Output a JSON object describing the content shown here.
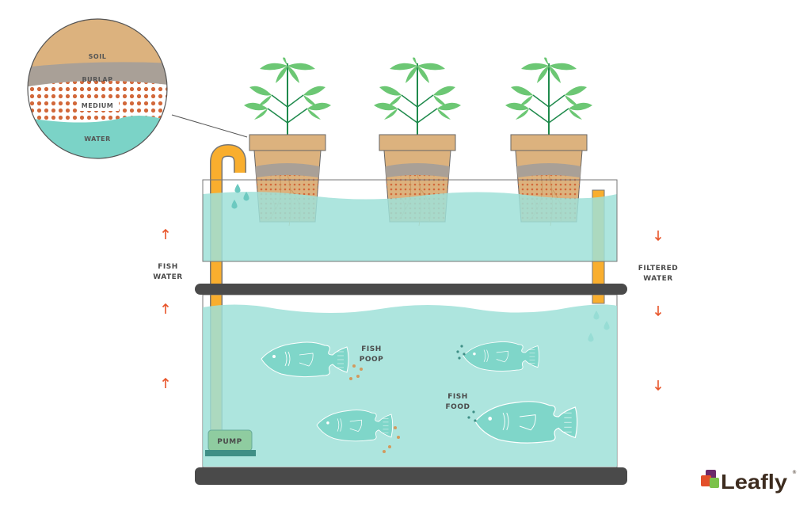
{
  "inset": {
    "layers": [
      "SOIL",
      "BURLAP",
      "MEDIUM",
      "WATER"
    ]
  },
  "labels": {
    "fish_water": [
      "FISH",
      "WATER"
    ],
    "filtered_water": [
      "FILTERED",
      "WATER"
    ],
    "fish_poop": [
      "FISH",
      "POOP"
    ],
    "fish_food": [
      "FISH",
      "FOOD"
    ],
    "pump": "PUMP"
  },
  "logo": {
    "text": "Leafly",
    "mark": "®"
  },
  "colors": {
    "water": "#9fe0d8",
    "pipe": "#f9ae2e",
    "arrow": "#e8552a",
    "bar": "#4a4a4a",
    "soil": "#dcb27e",
    "burlap": "#a9a097"
  }
}
